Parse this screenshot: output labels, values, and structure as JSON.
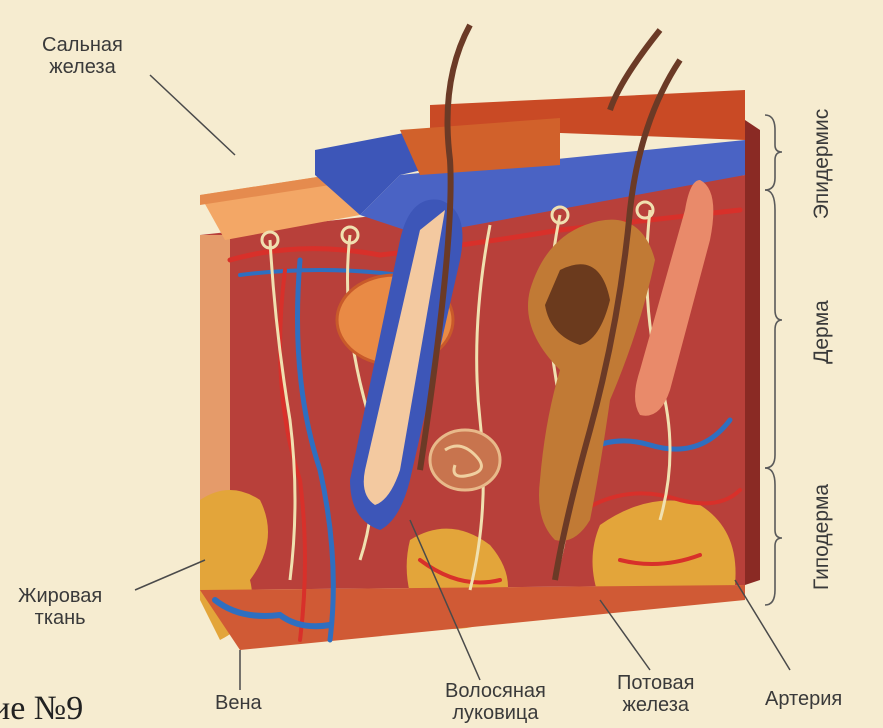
{
  "labels": {
    "sebaceous_line1": "Сальная",
    "sebaceous_line2": "железа",
    "fat_line1": "Жировая",
    "fat_line2": "ткань",
    "vein": "Вена",
    "bulb_line1": "Волосяная",
    "bulb_line2": "луковица",
    "sweat_line1": "Потовая",
    "sweat_line2": "железа",
    "artery": "Артерия"
  },
  "layers": {
    "epidermis": "Эпидермис",
    "dermis": "Дерма",
    "hypodermis": "Гиподерма"
  },
  "figure_caption": "ие №9",
  "colors": {
    "background": "#f6ecd0",
    "dermis": "#b8403a",
    "epidermis_blue": "#3d56b8",
    "surface": "#c94a25",
    "fat": "#e3a53a",
    "artery": "#d8302a",
    "vein": "#2f6fc0",
    "nerve": "#f0e0b0"
  }
}
